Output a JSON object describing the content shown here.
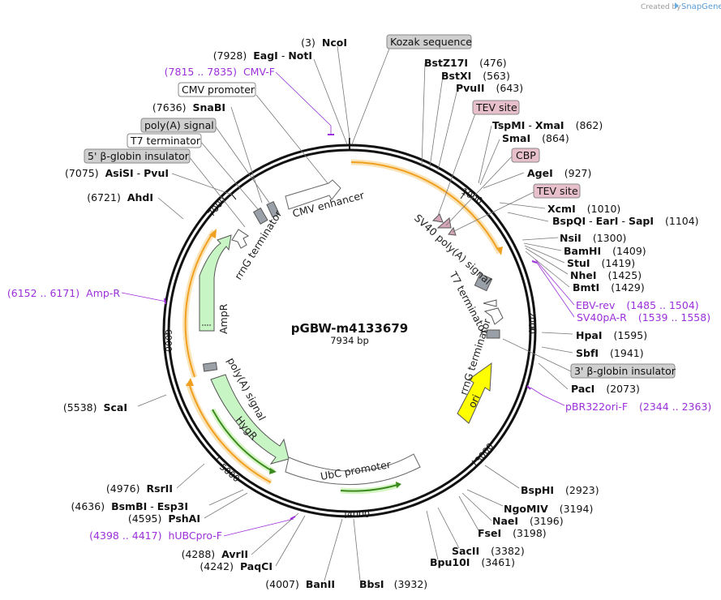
{
  "header": {
    "credit": "Created by",
    "brand": "SnapGene"
  },
  "plasmid": {
    "name": "pGBW-m4133679",
    "length_label": "7934 bp"
  },
  "ticks": {
    "t1000": "1000",
    "t2000": "2000",
    "t3000": "3000",
    "t4000": "4000",
    "t5000": "5000",
    "t6000": "6000",
    "t7000": "7000"
  },
  "sites": {
    "ncoi": {
      "name": "NcoI",
      "pos": "(3)"
    },
    "eagi_noti": {
      "name": "EagI",
      "sep": " - ",
      "name2": "NotI",
      "pos": "(7928)"
    },
    "snabi": {
      "name": "SnaBI",
      "pos": "(7636)"
    },
    "asisi_pvui": {
      "name": "AsiSI",
      "sep": " - ",
      "name2": "PvuI",
      "pos": "(7075)"
    },
    "ahdi": {
      "name": "AhdI",
      "pos": "(6721)"
    },
    "scai": {
      "name": "ScaI",
      "pos": "(5538)"
    },
    "rsrii": {
      "name": "RsrII",
      "pos": "(4976)"
    },
    "bsmbi": {
      "name": "BsmBI",
      "sep": " - ",
      "name2": "Esp3I",
      "pos": "(4636)"
    },
    "pshai": {
      "name": "PshAI",
      "pos": "(4595)"
    },
    "avrii": {
      "name": "AvrII",
      "pos": "(4288)"
    },
    "paqci": {
      "name": "PaqCI",
      "pos": "(4242)"
    },
    "banii": {
      "name": "BanII",
      "pos": "(4007)"
    },
    "bbsi": {
      "name": "BbsI",
      "pos": "(3932)"
    },
    "bpu10i": {
      "name": "Bpu10I",
      "pos": "(3461)"
    },
    "sacii": {
      "name": "SacII",
      "pos": "(3382)"
    },
    "fsei": {
      "name": "FseI",
      "pos": "(3198)"
    },
    "naei": {
      "name": "NaeI",
      "pos": "(3196)"
    },
    "ngomiv": {
      "name": "NgoMIV",
      "pos": "(3194)"
    },
    "bsphi": {
      "name": "BspHI",
      "pos": "(2923)"
    },
    "paci": {
      "name": "PacI",
      "pos": "(2073)"
    },
    "sbfi": {
      "name": "SbfI",
      "pos": "(1941)"
    },
    "hpai": {
      "name": "HpaI",
      "pos": "(1595)"
    },
    "bmti": {
      "name": "BmtI",
      "pos": "(1429)"
    },
    "nhei": {
      "name": "NheI",
      "pos": "(1425)"
    },
    "stui": {
      "name": "StuI",
      "pos": "(1419)"
    },
    "bamhi": {
      "name": "BamHI",
      "pos": "(1409)"
    },
    "nsii": {
      "name": "NsiI",
      "pos": "(1300)"
    },
    "bspqi": {
      "name": "BspQI",
      "sep": " - ",
      "name2": "EarI",
      "sep2": " - ",
      "name3": "SapI",
      "pos": "(1104)"
    },
    "xcmi": {
      "name": "XcmI",
      "pos": "(1010)"
    },
    "agei": {
      "name": "AgeI",
      "pos": "(927)"
    },
    "smai": {
      "name": "SmaI",
      "pos": "(864)"
    },
    "tspmi": {
      "name": "TspMI",
      "sep": " - ",
      "name2": "XmaI",
      "pos": "(862)"
    },
    "pvuii": {
      "name": "PvuII",
      "pos": "(643)"
    },
    "bstxi": {
      "name": "BstXI",
      "pos": "(563)"
    },
    "bstz17i": {
      "name": "BstZ17I",
      "pos": "(476)"
    }
  },
  "primers": {
    "cmvf": {
      "range": "(7815 .. 7835)",
      "name": "CMV-F"
    },
    "ampr": {
      "range": "(6152 .. 6171)",
      "name": "Amp-R"
    },
    "hubcf": {
      "range": "(4398 .. 4417)",
      "name": "hUBCpro-F"
    },
    "ebvrev": {
      "name": "EBV-rev",
      "range": "(1485 .. 1504)"
    },
    "sv40par": {
      "name": "SV40pA-R",
      "range": "(1539 .. 1558)"
    },
    "pbr322": {
      "name": "pBR322ori-F",
      "range": "(2344 .. 2363)"
    }
  },
  "boxes": {
    "kozak": "Kozak sequence",
    "cmvpromoter": "CMV promoter",
    "polya": "poly(A) signal",
    "t7term": "T7 terminator",
    "betaglobin5": "5' β-globin insulator",
    "tev1": "TEV site",
    "cbp": "CBP",
    "tev2": "TEV site",
    "betaglobin3": "3' β-globin insulator"
  },
  "inner": {
    "cmvenh": "CMV enhancer",
    "rrng1": "rrnG terminator",
    "ampr": "AmpR",
    "sv40polya": "SV40 poly(A) signal",
    "t7term": "T7 terminator",
    "rrng2": "rrnG terminator",
    "ori": "ori",
    "polya": "poly(A) signal",
    "hygr": "HygR",
    "ubc": "UbC promoter"
  },
  "colors": {
    "orf": "#f0a020",
    "orf_glow": "#fbe3b8",
    "green": "#3a8a1e",
    "green_glow": "#d6f5c4",
    "ampr_fill": "#c8f5c4",
    "hygr_fill": "#c8f5c4",
    "ori_fill": "#ffff00",
    "gray_box": "#cfcfcf",
    "pink_box": "#e8c0cc",
    "primer": "#9b30d9",
    "feature_gray": "#9aa0a8"
  }
}
